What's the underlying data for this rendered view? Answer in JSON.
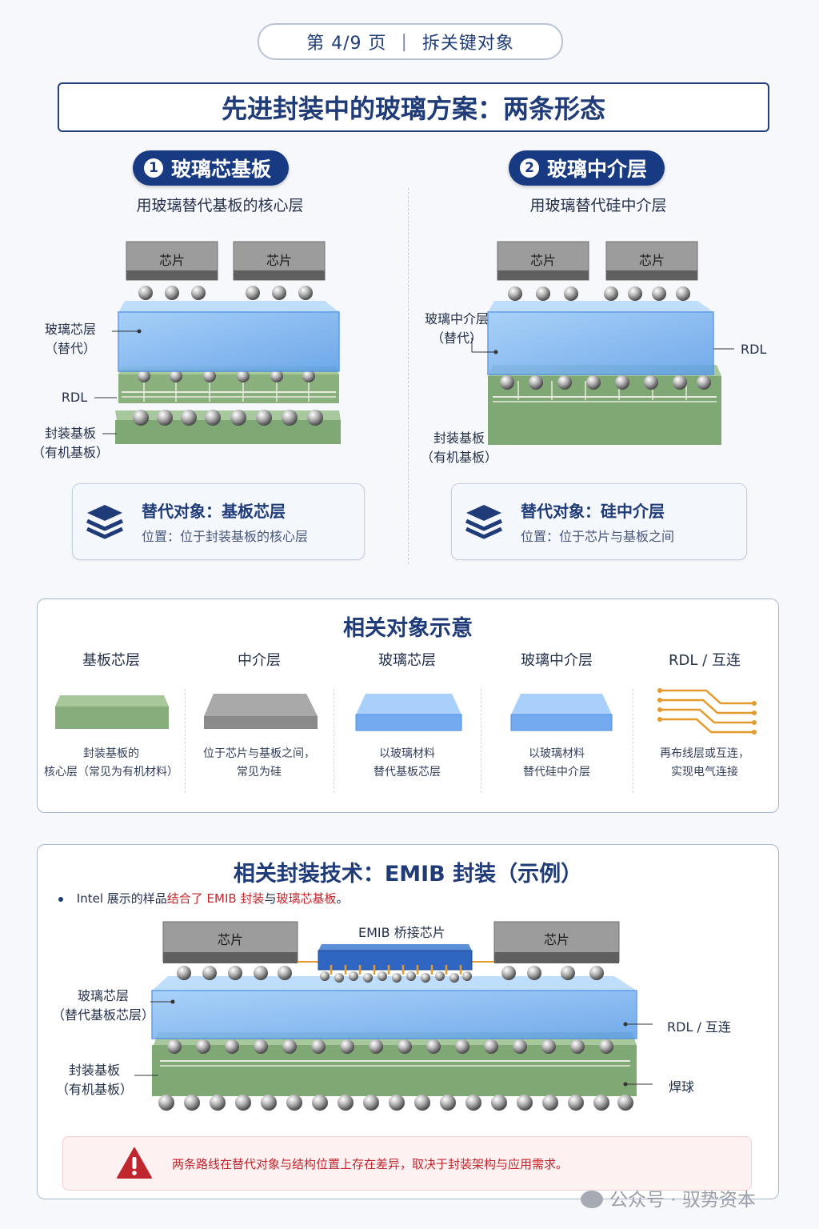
{
  "pager": {
    "page": "第 4/9 页",
    "sep": "|",
    "topic": "拆关键对象"
  },
  "title": "先进封装中的玻璃方案：两条形态",
  "form1": {
    "num": "1",
    "label": "玻璃芯基板",
    "subtitle": "用玻璃替代基板的核心层",
    "chip": "芯片",
    "glass_label_1": "玻璃芯层",
    "glass_label_2": "（替代）",
    "rdl": "RDL",
    "substrate_label_1": "封装基板",
    "substrate_label_2": "（有机基板）",
    "card_title": "替代对象：基板芯层",
    "card_sub": "位置：位于封装基板的核心层"
  },
  "form2": {
    "num": "2",
    "label": "玻璃中介层",
    "subtitle": "用玻璃替代硅中介层",
    "chip": "芯片",
    "glass_label_1": "玻璃中介层",
    "glass_label_2": "（替代）",
    "rdl": "RDL",
    "substrate_label_1": "封装基板",
    "substrate_label_2": "（有机基板）",
    "card_title": "替代对象：硅中介层",
    "card_sub": "位置：位于芯片与基板之间"
  },
  "objects": {
    "title": "相关对象示意",
    "items": [
      {
        "name": "基板芯层",
        "desc1": "封装基板的",
        "desc2": "核心层（常见为有机材料）",
        "color": "#86ad7b"
      },
      {
        "name": "中介层",
        "desc1": "位于芯片与基板之间，",
        "desc2": "常见为硅",
        "color": "#9a9a9a"
      },
      {
        "name": "玻璃芯层",
        "desc1": "以玻璃材料",
        "desc2": "替代基板芯层",
        "color": "#7fb4f0"
      },
      {
        "name": "玻璃中介层",
        "desc1": "以玻璃材料",
        "desc2": "替代硅中介层",
        "color": "#7fb4f0"
      },
      {
        "name": "RDL / 互连",
        "desc1": "再布线层或互连，",
        "desc2": "实现电气连接",
        "color": "#e59a2e"
      }
    ]
  },
  "emib": {
    "title": "相关封装技术：EMIB 封装（示例）",
    "bullet_a": "Intel 展示的样品",
    "bullet_b": "结合了 EMIB 封装",
    "bullet_c": "与",
    "bullet_d": "玻璃芯基板",
    "bullet_e": "。",
    "chip": "芯片",
    "bridge": "EMIB 桥接芯片",
    "glass_label_1": "玻璃芯层",
    "glass_label_2": "（替代基板芯层）",
    "substrate_label_1": "封装基板",
    "substrate_label_2": "（有机基板）",
    "rdl": "RDL / 互连",
    "solder": "焊球",
    "warning": "两条路线在替代对象与结构位置上存在差异，取决于封装架构与应用需求。"
  },
  "watermark": "公众号 · 驭势资本",
  "colors": {
    "navy": "#1f3b78",
    "glass": "#7fb4f0",
    "green": "#86ad7b",
    "chip": "#8f8f8f",
    "orange": "#e59a2e",
    "warn": "#c0262d"
  }
}
